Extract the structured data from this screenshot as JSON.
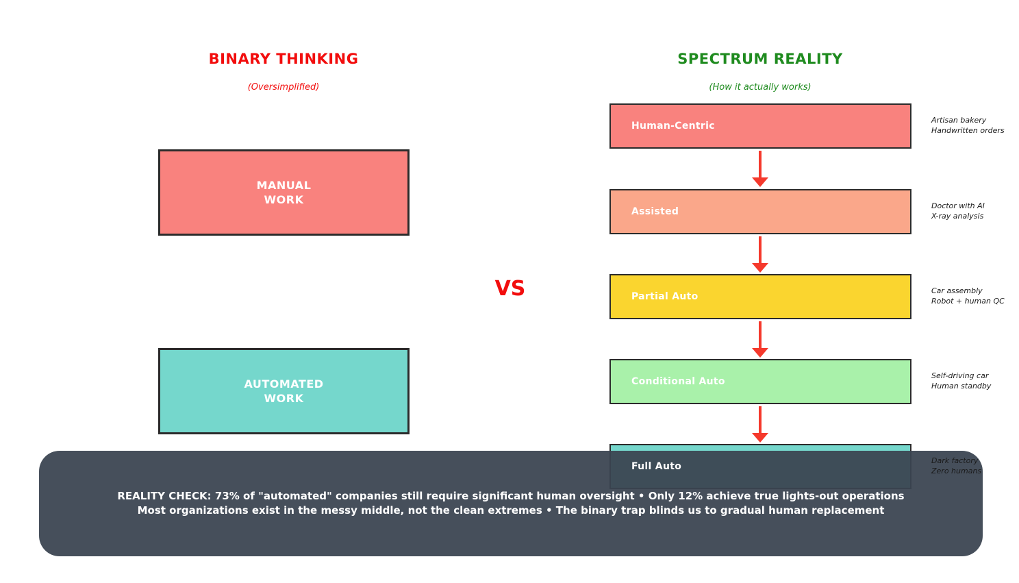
{
  "left_panel": {
    "title": "BINARY THINKING",
    "subtitle": "(Oversimplified)",
    "vs_label": "VS",
    "boxes": [
      {
        "label_line1": "MANUAL",
        "label_line2": "WORK",
        "color": "#f9827e"
      },
      {
        "label_line1": "AUTOMATED",
        "label_line2": "WORK",
        "color": "#75d7cc"
      }
    ]
  },
  "right_panel": {
    "title": "SPECTRUM REALITY",
    "subtitle": "(How it actually works)",
    "levels": [
      {
        "label": "Human-Centric",
        "color": "#f9827e",
        "note_line1": "Artisan bakery",
        "note_line2": "Handwritten orders"
      },
      {
        "label": "Assisted",
        "color": "#faa78a",
        "note_line1": "Doctor with AI",
        "note_line2": "X-ray analysis"
      },
      {
        "label": "Partial Auto",
        "color": "#fad52f",
        "note_line1": "Car assembly",
        "note_line2": "Robot + human QC"
      },
      {
        "label": "Conditional Auto",
        "color": "#a9f1aa",
        "note_line1": "Self-driving car",
        "note_line2": "Human standby"
      },
      {
        "label": "Full Auto",
        "color": "#75d7cc",
        "note_line1": "Dark factory",
        "note_line2": "Zero humans"
      }
    ]
  },
  "reality_check": {
    "line1": "REALITY CHECK: 73% of \"automated\" companies still require significant human oversight • Only 12% achieve true lights-out operations",
    "line2": "Most organizations exist in the messy middle, not the clean extremes • The binary trap blinds us to gradual human replacement"
  },
  "colors": {
    "binary_heading_red": "#f20d0d",
    "spectrum_heading_green": "#1f8b1f",
    "arrow_red": "#f5392c",
    "box_border_dark": "#2b2b2b",
    "overlay_slate": "#46505e",
    "note_text": "#1a1a1a",
    "box_label_white": "#ffffff"
  }
}
